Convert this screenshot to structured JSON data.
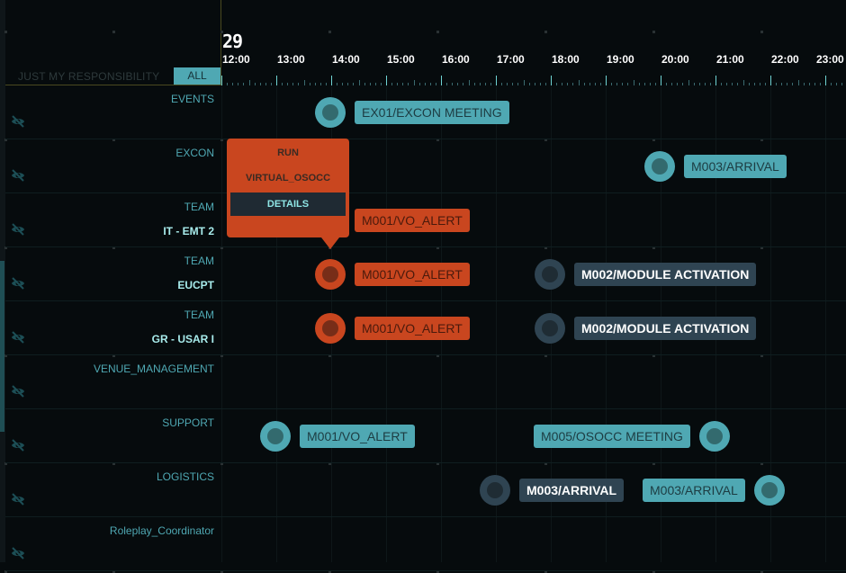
{
  "filters": {
    "mine": "JUST MY RESPONSIBILITY",
    "all": "ALL"
  },
  "timeline": {
    "day": "29",
    "hours": [
      "12:00",
      "13:00",
      "14:00",
      "15:00",
      "16:00",
      "17:00",
      "18:00",
      "19:00",
      "20:00",
      "21:00",
      "22:00",
      "23:00"
    ]
  },
  "rows": [
    {
      "title": "EVENTS",
      "sub": ""
    },
    {
      "title": "EXCON",
      "sub": ""
    },
    {
      "title": "TEAM",
      "sub": "IT - EMT 2"
    },
    {
      "title": "TEAM",
      "sub": "EUCPT"
    },
    {
      "title": "TEAM",
      "sub": "GR - USAR I"
    },
    {
      "title": "VENUE_MANAGEMENT",
      "sub": ""
    },
    {
      "title": "SUPPORT",
      "sub": ""
    },
    {
      "title": "LOGISTICS",
      "sub": ""
    },
    {
      "title": "Roleplay_Coordinator",
      "sub": ""
    }
  ],
  "events": [
    {
      "label": "EX01/EXCON MEETING",
      "row": 0,
      "status": "teal"
    },
    {
      "label": "M003/ARRIVAL",
      "row": 1,
      "status": "teal"
    },
    {
      "label": "M001/VO_ALERT",
      "row": 2,
      "status": "orange"
    },
    {
      "label": "M001/VO_ALERT",
      "row": 3,
      "status": "orange"
    },
    {
      "label": "M002/MODULE ACTIVATION",
      "row": 3,
      "status": "dark"
    },
    {
      "label": "M001/VO_ALERT",
      "row": 4,
      "status": "orange"
    },
    {
      "label": "M002/MODULE ACTIVATION",
      "row": 4,
      "status": "dark"
    },
    {
      "label": "M001/VO_ALERT",
      "row": 6,
      "status": "teal"
    },
    {
      "label": "M005/OSOCC MEETING",
      "row": 6,
      "status": "teal"
    },
    {
      "label": "M003/ARRIVAL",
      "row": 7,
      "status": "dark"
    },
    {
      "label": "M003/ARRIVAL",
      "row": 7,
      "status": "teal"
    }
  ],
  "popup": {
    "run": "RUN",
    "exercise": "VIRTUAL_OSOCC",
    "details": "DETAILS"
  },
  "colors": {
    "teal": "#4fa8b3",
    "orange": "#c9461f",
    "dark": "#2f4452"
  }
}
